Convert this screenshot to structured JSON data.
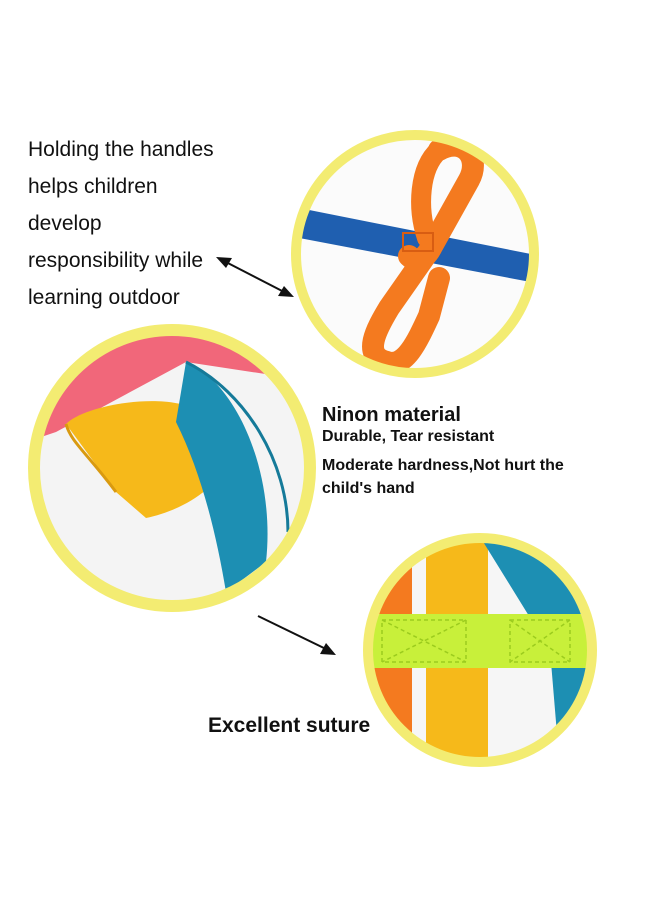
{
  "handles_caption": {
    "lines": [
      "Holding the handles",
      "helps children",
      "develop",
      "responsibility while",
      "learning outdoor"
    ]
  },
  "material_caption": {
    "title": "Ninon material",
    "line1": "Durable, Tear resistant",
    "line2a": "Moderate hardness,Not hurt the",
    "line2b": "child's hand"
  },
  "suture_caption": {
    "title": "Excellent suture"
  },
  "colors": {
    "ring": "#f3ec72",
    "orange": "#f47a1f",
    "blue": "#1f5fb0",
    "yellow": "#f6b91a",
    "teal": "#1d8fb3",
    "pink": "#f1677a",
    "lime": "#c8f03a"
  }
}
